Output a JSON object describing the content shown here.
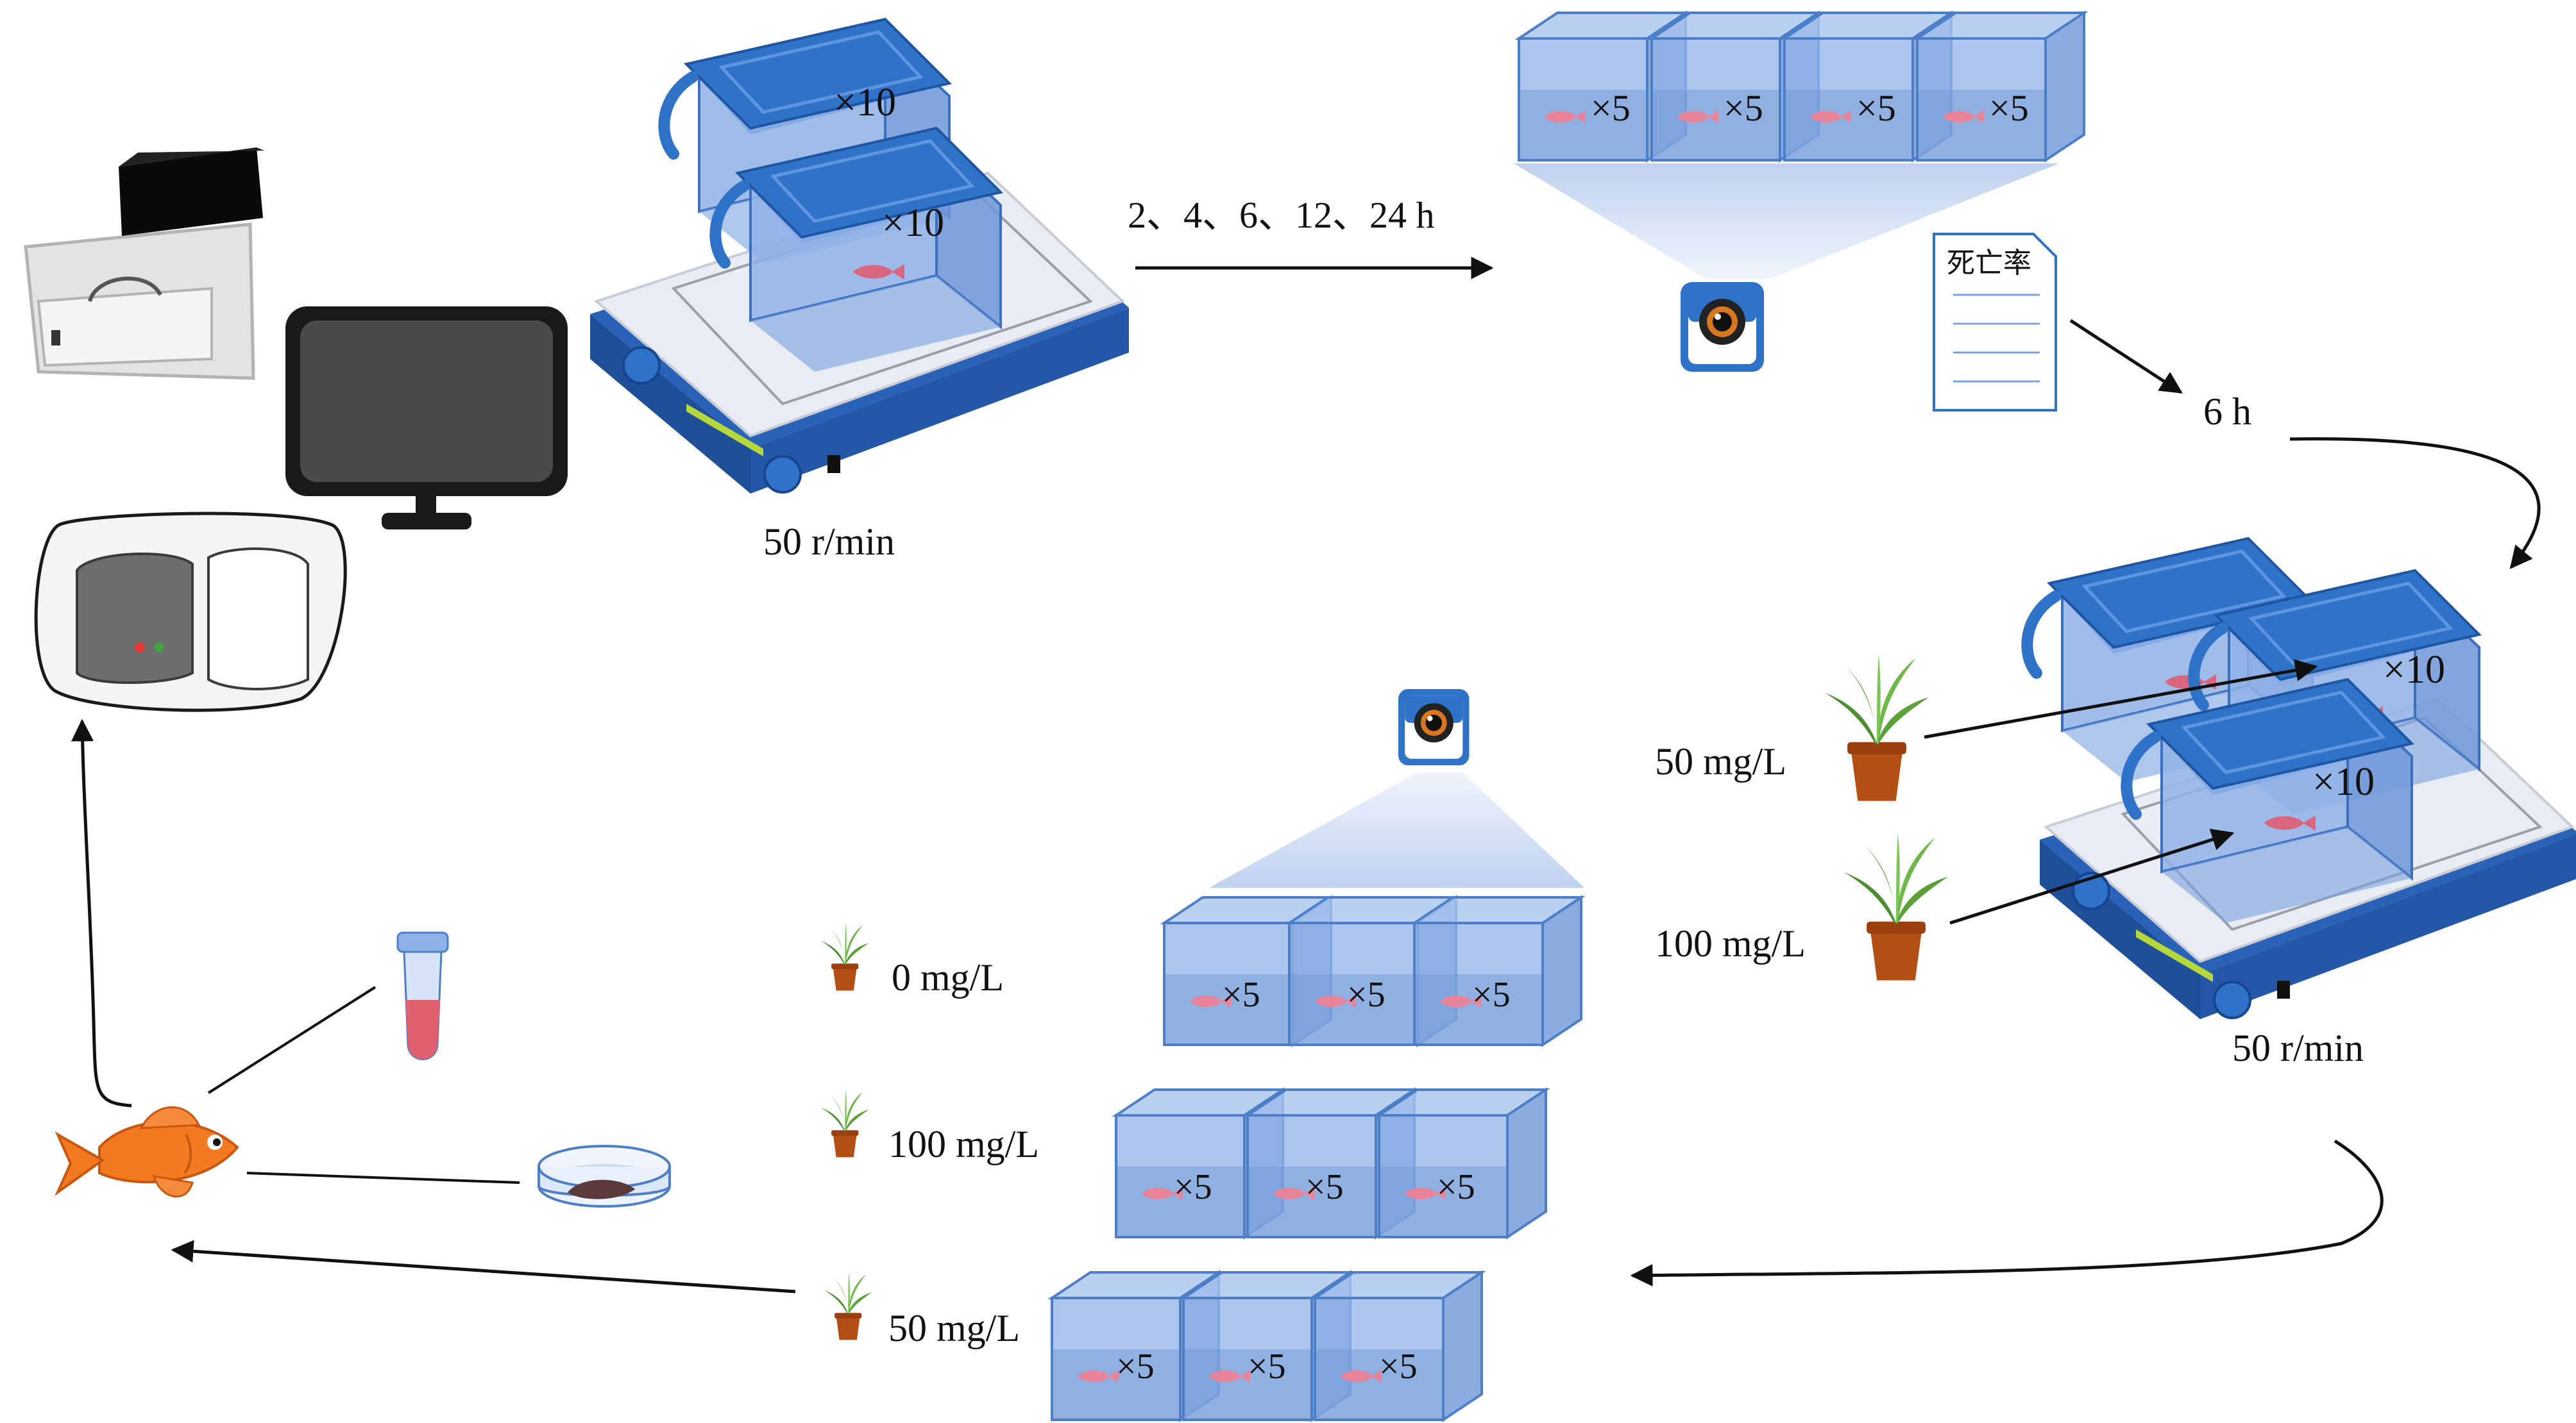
{
  "labels": {
    "stage1_speed": "50 r/min",
    "stage1_times": "2、4、6、12、24 h",
    "mortality": "死亡率",
    "stage2_time": "6 h",
    "stage2_speed": "50 r/min",
    "stage2_dose_50": "50 mg/L",
    "stage2_dose_100": "100 mg/L",
    "stage3_dose_0": "0 mg/L",
    "stage3_dose_100": "100 mg/L",
    "stage3_dose_50": "50 mg/L"
  },
  "container_counts": {
    "shaker_box": "×10",
    "tank": "×5"
  },
  "colors": {
    "lid_blue": "#2f73c9",
    "tank_blue": "#8fb2e6",
    "shaker_blue": "#2a62b8",
    "fish_orange": "#f47a22",
    "plant_green": "#5aa13a",
    "pot_brown": "#b34e14",
    "sample_red": "#e06070"
  },
  "icons": [
    "computer-icon",
    "monitor-icon",
    "analyzer-icon",
    "shaker-icon",
    "camera-icon",
    "document-icon",
    "plant-icon",
    "fish-icon",
    "tube-icon",
    "petri-dish-icon"
  ]
}
